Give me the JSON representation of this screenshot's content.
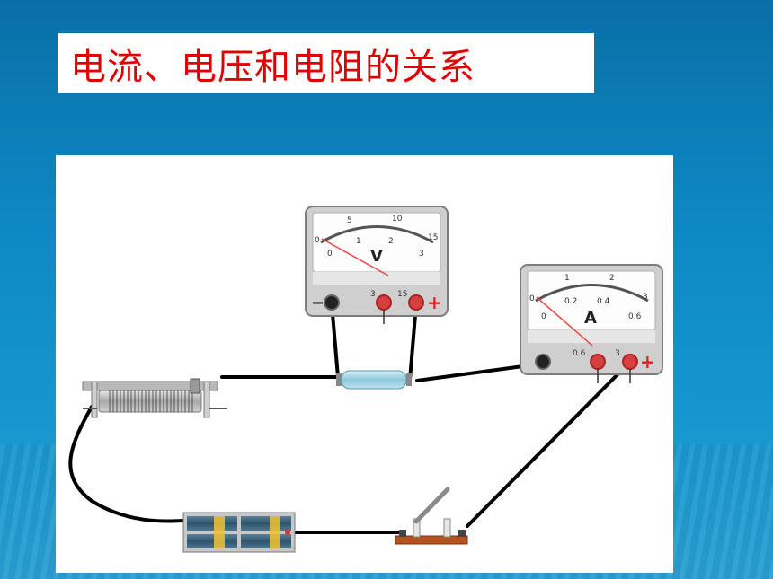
{
  "slide": {
    "title": "电流、电压和电阻的关系"
  },
  "voltmeter": {
    "symbol": "V",
    "upper_scale": [
      "0",
      "5",
      "10",
      "15"
    ],
    "lower_scale": [
      "0",
      "1",
      "2",
      "3"
    ],
    "minus_sign": "−",
    "terminal_3": "3",
    "terminal_15": "15",
    "plus_sign": "+"
  },
  "ammeter": {
    "symbol": "A",
    "upper_scale": [
      "0",
      "1",
      "2",
      "3"
    ],
    "lower_scale": [
      "0",
      "0.2",
      "0.4",
      "0.6"
    ],
    "terminal_06": "0.6",
    "terminal_3": "3",
    "plus_sign": "+"
  },
  "colors": {
    "title": "#e00000",
    "background": "#0d86c2",
    "wire": "#000000",
    "terminal_red": "#d64040"
  }
}
